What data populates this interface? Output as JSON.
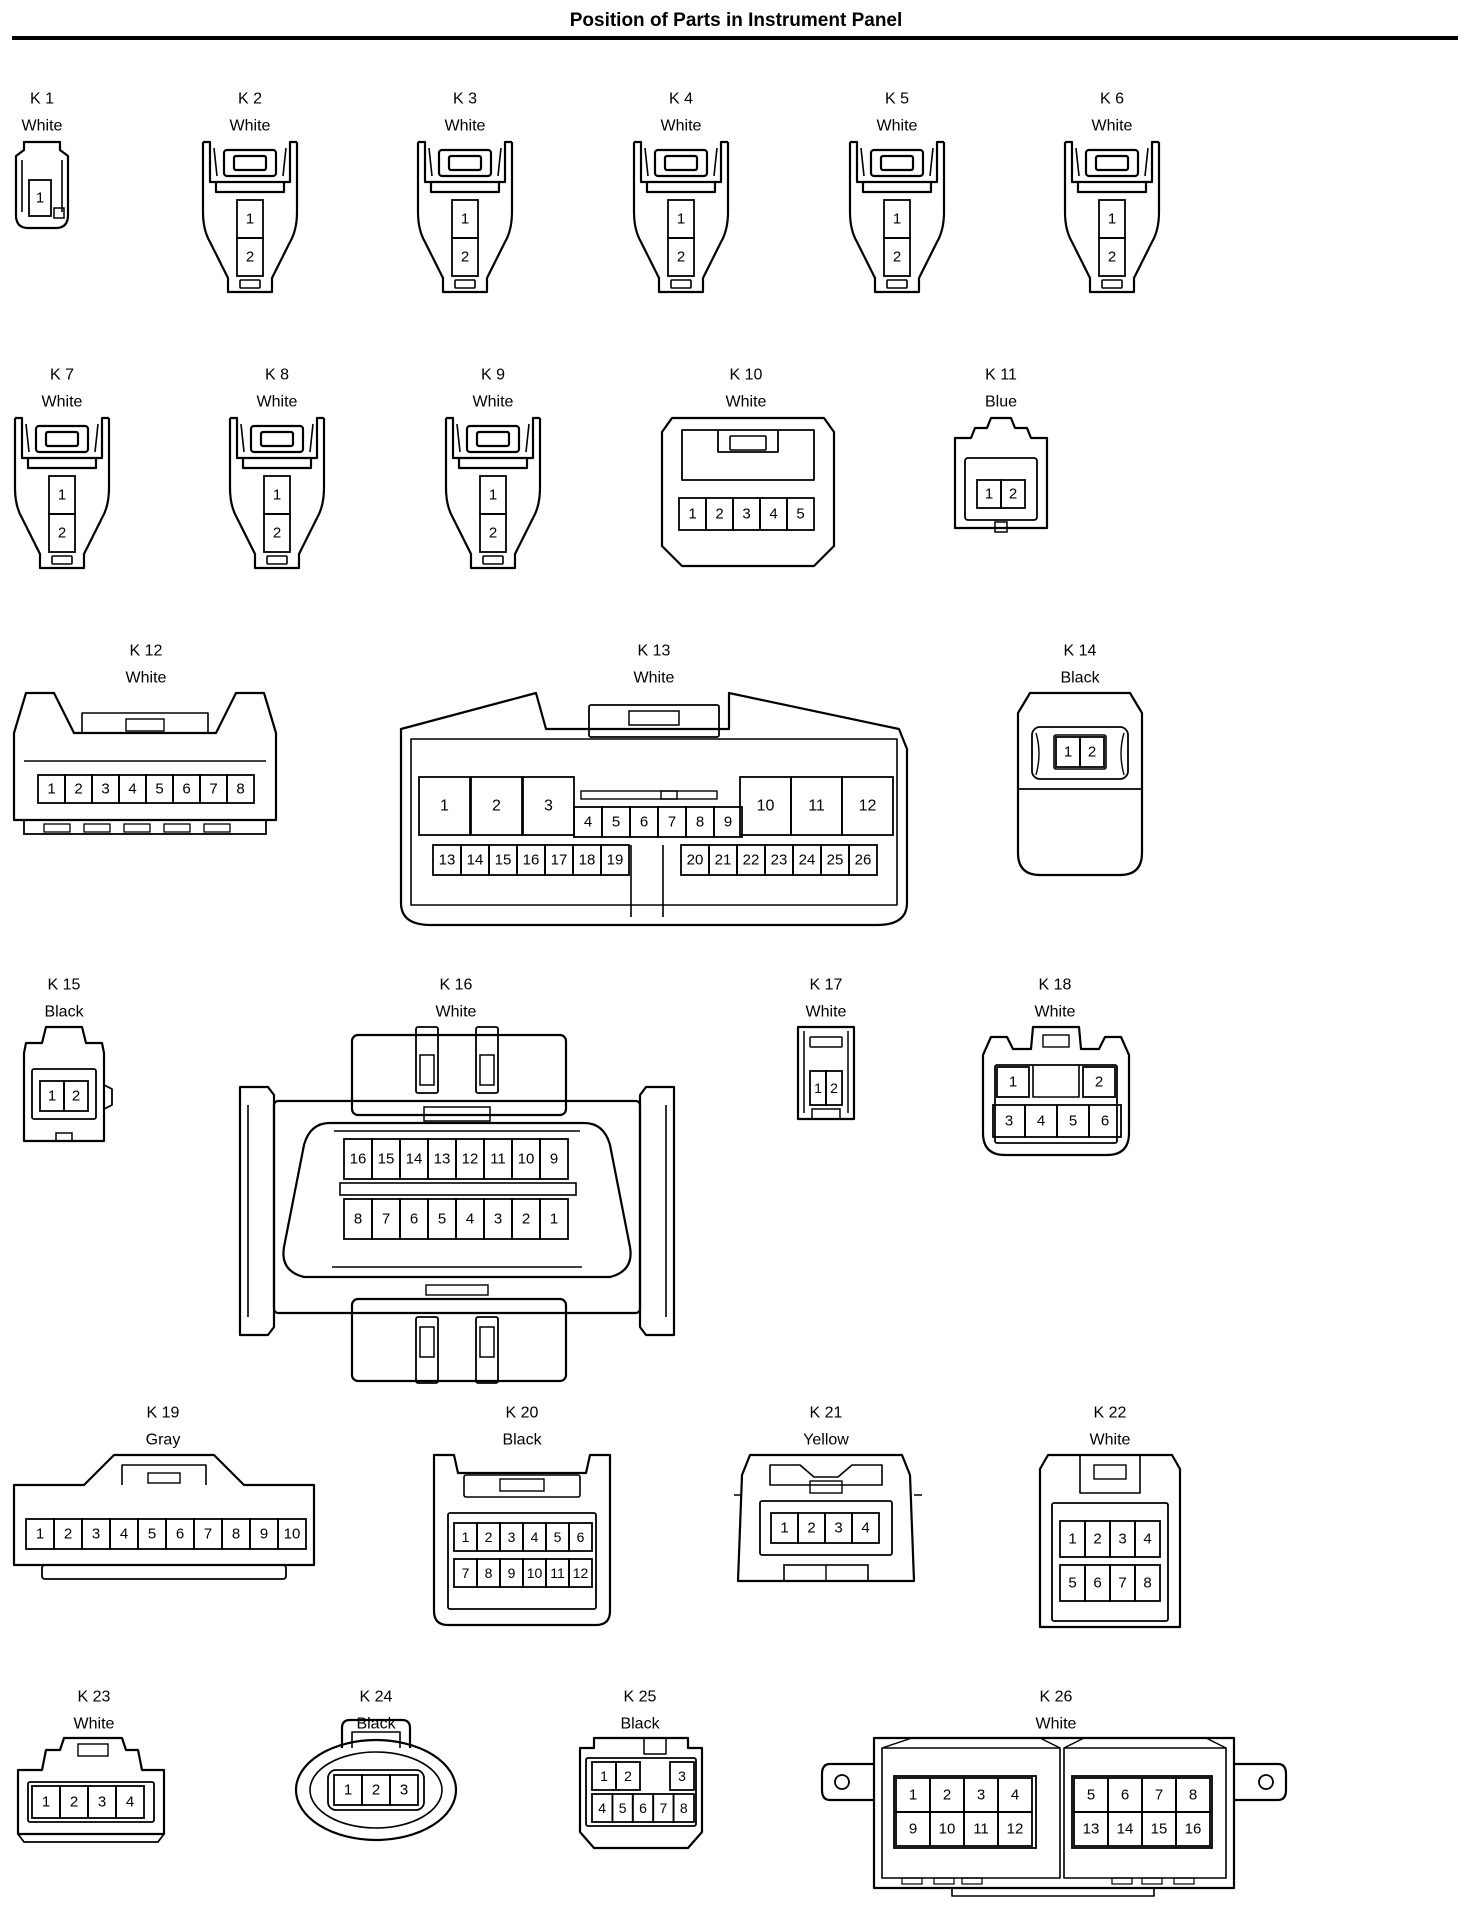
{
  "title": "Position of Parts in Instrument Panel",
  "connectors": [
    {
      "id": "K 1",
      "color": "White",
      "pins": [
        "1"
      ]
    },
    {
      "id": "K 2",
      "color": "White",
      "pins": [
        "1",
        "2"
      ]
    },
    {
      "id": "K 3",
      "color": "White",
      "pins": [
        "1",
        "2"
      ]
    },
    {
      "id": "K 4",
      "color": "White",
      "pins": [
        "1",
        "2"
      ]
    },
    {
      "id": "K 5",
      "color": "White",
      "pins": [
        "1",
        "2"
      ]
    },
    {
      "id": "K 6",
      "color": "White",
      "pins": [
        "1",
        "2"
      ]
    },
    {
      "id": "K 7",
      "color": "White",
      "pins": [
        "1",
        "2"
      ]
    },
    {
      "id": "K 8",
      "color": "White",
      "pins": [
        "1",
        "2"
      ]
    },
    {
      "id": "K 9",
      "color": "White",
      "pins": [
        "1",
        "2"
      ]
    },
    {
      "id": "K 10",
      "color": "White",
      "pins": [
        "1",
        "2",
        "3",
        "4",
        "5"
      ]
    },
    {
      "id": "K 11",
      "color": "Blue",
      "pins": [
        "1",
        "2"
      ]
    },
    {
      "id": "K 12",
      "color": "White",
      "pins": [
        "1",
        "2",
        "3",
        "4",
        "5",
        "6",
        "7",
        "8"
      ]
    },
    {
      "id": "K 13",
      "color": "White",
      "pins": [
        "1",
        "2",
        "3",
        "4",
        "5",
        "6",
        "7",
        "8",
        "9",
        "10",
        "11",
        "12",
        "13",
        "14",
        "15",
        "16",
        "17",
        "18",
        "19",
        "20",
        "21",
        "22",
        "23",
        "24",
        "25",
        "26"
      ]
    },
    {
      "id": "K 14",
      "color": "Black",
      "pins": [
        "1",
        "2"
      ]
    },
    {
      "id": "K 15",
      "color": "Black",
      "pins": [
        "1",
        "2"
      ]
    },
    {
      "id": "K 16",
      "color": "White",
      "pins": [
        "16",
        "15",
        "14",
        "13",
        "12",
        "11",
        "10",
        "9",
        "8",
        "7",
        "6",
        "5",
        "4",
        "3",
        "2",
        "1"
      ]
    },
    {
      "id": "K 17",
      "color": "White",
      "pins": [
        "1",
        "2"
      ]
    },
    {
      "id": "K 18",
      "color": "White",
      "pins": [
        "1",
        "2",
        "3",
        "4",
        "5",
        "6"
      ]
    },
    {
      "id": "K 19",
      "color": "Gray",
      "pins": [
        "1",
        "2",
        "3",
        "4",
        "5",
        "6",
        "7",
        "8",
        "9",
        "10"
      ]
    },
    {
      "id": "K 20",
      "color": "Black",
      "pins": [
        "1",
        "2",
        "3",
        "4",
        "5",
        "6",
        "7",
        "8",
        "9",
        "10",
        "11",
        "12"
      ]
    },
    {
      "id": "K 21",
      "color": "Yellow",
      "pins": [
        "1",
        "2",
        "3",
        "4"
      ]
    },
    {
      "id": "K 22",
      "color": "White",
      "pins": [
        "1",
        "2",
        "3",
        "4",
        "5",
        "6",
        "7",
        "8"
      ]
    },
    {
      "id": "K 23",
      "color": "White",
      "pins": [
        "1",
        "2",
        "3",
        "4"
      ]
    },
    {
      "id": "K 24",
      "color": "Black",
      "pins": [
        "1",
        "2",
        "3"
      ]
    },
    {
      "id": "K 25",
      "color": "Black",
      "pins": [
        "1",
        "2",
        "3",
        "4",
        "5",
        "6",
        "7",
        "8"
      ]
    },
    {
      "id": "K 26",
      "color": "White",
      "pins": [
        "1",
        "2",
        "3",
        "4",
        "5",
        "6",
        "7",
        "8",
        "9",
        "10",
        "11",
        "12",
        "13",
        "14",
        "15",
        "16"
      ]
    }
  ]
}
